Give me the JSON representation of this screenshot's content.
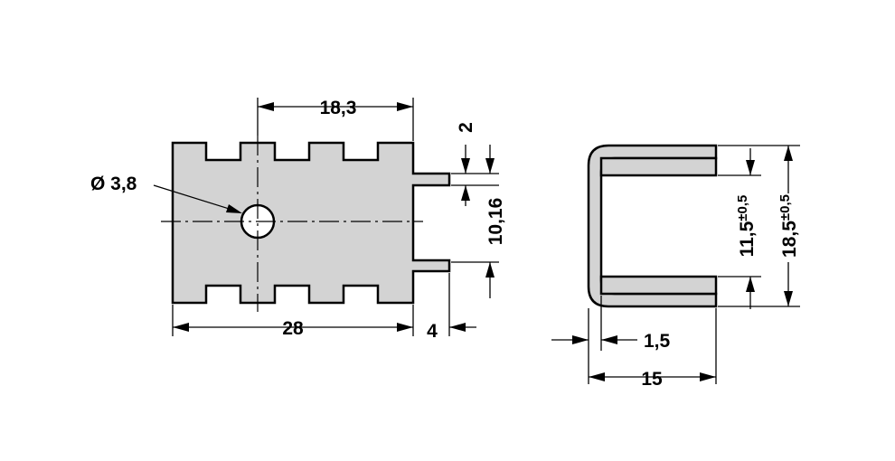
{
  "front_view": {
    "dim_top": "18,3",
    "dim_hole": "Ø 3,8",
    "dim_bottom": "28",
    "dim_tab": "4",
    "dim_slot": "2",
    "dim_height": "10,16"
  },
  "side_view": {
    "dim_inner_main": "11,5",
    "dim_inner_tol": "±0,5",
    "dim_outer_main": "18,5",
    "dim_outer_tol": "±0,5",
    "dim_thickness": "1,5",
    "dim_width": "15"
  },
  "colors": {
    "part_fill": "#d3d3d3",
    "line": "#000000"
  }
}
